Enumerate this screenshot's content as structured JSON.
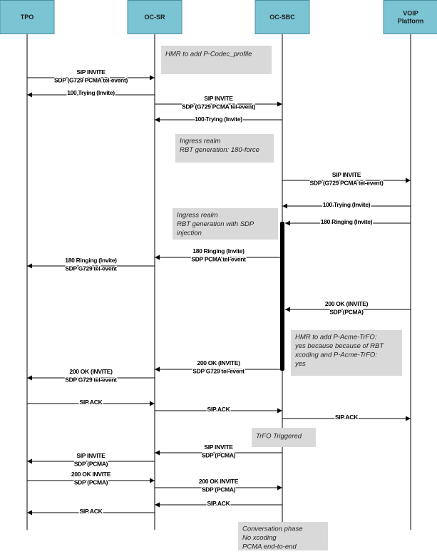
{
  "actors": [
    {
      "id": "tpo",
      "lines": [
        "TPO"
      ]
    },
    {
      "id": "ocsr",
      "lines": [
        "OC-SR"
      ]
    },
    {
      "id": "ocsbc",
      "lines": [
        "OC-SBC"
      ]
    },
    {
      "id": "voip",
      "lines": [
        "VOIP",
        "Platform"
      ]
    }
  ],
  "messages": [
    {
      "from": "tpo",
      "to": "ocsr",
      "lines": [
        "SIP INVITE",
        "SDP (G729 PCMA tel-event)"
      ]
    },
    {
      "from": "ocsr",
      "to": "tpo",
      "lines": [
        "100 Trying (Invite)"
      ]
    },
    {
      "from": "ocsr",
      "to": "ocsbc",
      "lines": [
        "SIP INVITE",
        "SDP (G729 PCMA tel-event)"
      ]
    },
    {
      "from": "ocsbc",
      "to": "ocsr",
      "lines": [
        "100 Trying (Invite)"
      ]
    },
    {
      "from": "ocsbc",
      "to": "voip",
      "lines": [
        "SIP INVITE",
        "SDP (G729 PCMA tel-event)"
      ]
    },
    {
      "from": "voip",
      "to": "ocsbc",
      "lines": [
        "100 Trying (Invite)"
      ]
    },
    {
      "from": "voip",
      "to": "ocsbc",
      "lines": [
        "180 Ringing (Invite)"
      ]
    },
    {
      "from": "ocsbc",
      "to": "ocsr",
      "lines": [
        "180 Ringing (Invite)",
        "SDP PCMA tel-event"
      ]
    },
    {
      "from": "ocsr",
      "to": "tpo",
      "lines": [
        "180 Ringing (Invite)",
        "SDP G729 tel-event"
      ]
    },
    {
      "from": "voip",
      "to": "ocsbc",
      "lines": [
        "200 OK (INVITE)",
        "SDP (PCMA)"
      ]
    },
    {
      "from": "ocsbc",
      "to": "ocsr",
      "lines": [
        "200 OK (INVITE)",
        "SDP G729 tel-event"
      ]
    },
    {
      "from": "ocsr",
      "to": "tpo",
      "lines": [
        "200 OK (INVITE)",
        "SDP G729 tel-event"
      ]
    },
    {
      "from": "tpo",
      "to": "ocsr",
      "lines": [
        "SIP ACK"
      ]
    },
    {
      "from": "ocsr",
      "to": "ocsbc",
      "lines": [
        "SIP ACK"
      ]
    },
    {
      "from": "ocsbc",
      "to": "voip",
      "lines": [
        "SIP ACK"
      ]
    },
    {
      "from": "ocsbc",
      "to": "ocsr",
      "lines": [
        "SIP INVITE",
        "SDP (PCMA)"
      ]
    },
    {
      "from": "ocsr",
      "to": "tpo",
      "lines": [
        "SIP INVITE",
        "SDP (PCMA)"
      ]
    },
    {
      "from": "tpo",
      "to": "ocsr",
      "lines": [
        "200 OK INVITE",
        "SDP (PCMA)"
      ]
    },
    {
      "from": "ocsr",
      "to": "ocsbc",
      "lines": [
        "200 OK INVITE",
        "SDP (PCMA)"
      ]
    },
    {
      "from": "ocsbc",
      "to": "ocsr",
      "lines": [
        "SIP ACK"
      ]
    },
    {
      "from": "ocsr",
      "to": "tpo",
      "lines": [
        "SIP ACK"
      ]
    }
  ],
  "notes": [
    {
      "lines": [
        "HMR to add P-Codec_profile"
      ]
    },
    {
      "lines": [
        "Ingress realm",
        "RBT generation: 180-force"
      ]
    },
    {
      "lines": [
        "Ingress realm",
        "RBT generation with SDP",
        "injection"
      ]
    },
    {
      "lines": [
        "HMR to add P-Acme-TrFO:",
        "yes because because of RBT",
        "xcoding and P-Acme-TrFO:",
        "yes"
      ]
    },
    {
      "lines": [
        "TrFO Triggered"
      ]
    },
    {
      "lines": [
        "Conversation phase",
        "No xcoding",
        "PCMA end-to-end"
      ]
    }
  ]
}
